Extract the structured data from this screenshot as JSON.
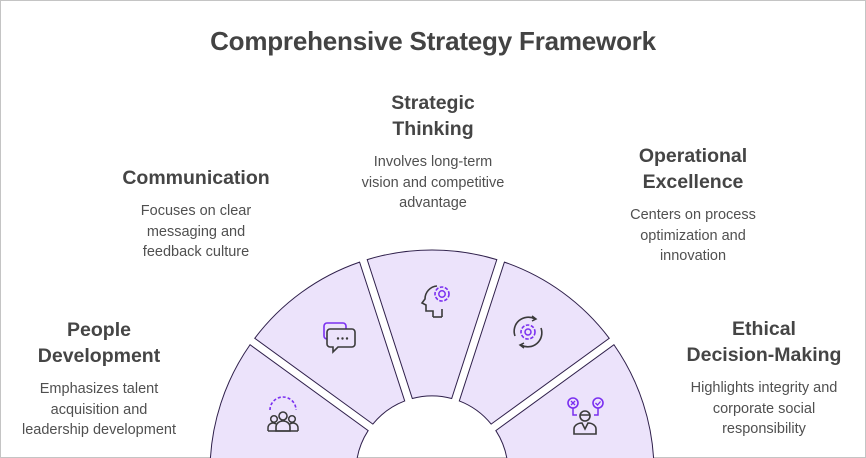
{
  "title": "Comprehensive Strategy Framework",
  "colors": {
    "segment_fill": "#ece3fb",
    "segment_stroke": "#2e1f4a",
    "icon_accent": "#7a2ff0",
    "icon_dark": "#3a3a3a",
    "text": "#454545"
  },
  "segments": [
    {
      "id": "people",
      "heading": "People Development",
      "heading_lines": [
        "People",
        "Development"
      ],
      "description_lines": [
        "Emphasizes talent",
        "acquisition and",
        "leadership development"
      ],
      "icon": "team-gear-icon"
    },
    {
      "id": "communication",
      "heading": "Communication",
      "heading_lines": [
        "Communication"
      ],
      "description_lines": [
        "Focuses on clear",
        "messaging and",
        "feedback culture"
      ],
      "icon": "chat-bubbles-icon"
    },
    {
      "id": "strategic",
      "heading": "Strategic Thinking",
      "heading_lines": [
        "Strategic",
        "Thinking"
      ],
      "description_lines": [
        "Involves long-term",
        "vision and competitive",
        "advantage"
      ],
      "icon": "head-gear-icon"
    },
    {
      "id": "operational",
      "heading": "Operational Excellence",
      "heading_lines": [
        "Operational",
        "Excellence"
      ],
      "description_lines": [
        "Centers on process",
        "optimization and",
        "innovation"
      ],
      "icon": "gear-cycle-icon"
    },
    {
      "id": "ethical",
      "heading": "Ethical Decision-Making",
      "heading_lines": [
        "Ethical",
        "Decision-Making"
      ],
      "description_lines": [
        "Highlights integrity and",
        "corporate social",
        "responsibility"
      ],
      "icon": "person-decision-icon"
    }
  ]
}
